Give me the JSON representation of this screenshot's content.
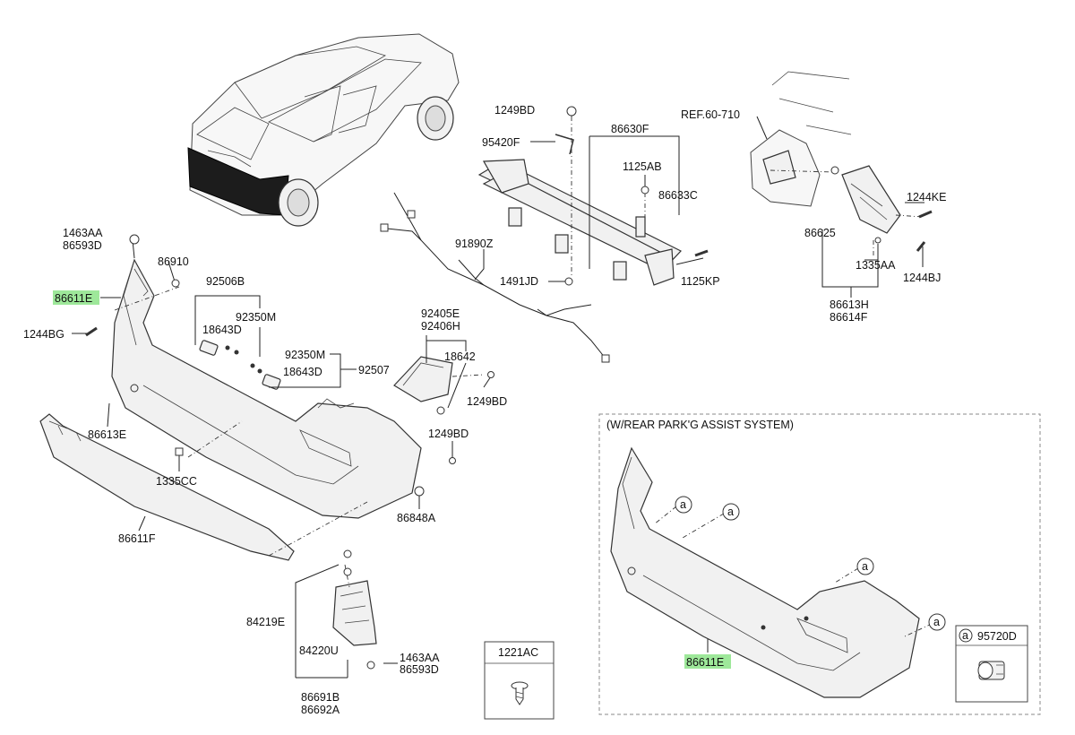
{
  "colors": {
    "highlight": "#9ee89a",
    "line": "#222222",
    "frame": "#888888"
  },
  "labels": {
    "p1463AA_top": "1463AA",
    "p86593D_top": "86593D",
    "p86910": "86910",
    "p86611E_left": "86611E",
    "p1244BG": "1244BG",
    "p92506B": "92506B",
    "p18643D_a": "18643D",
    "p92350M_a": "92350M",
    "p92350M_b": "92350M",
    "p18643D_b": "18643D",
    "p92507": "92507",
    "p1249BD_top": "1249BD",
    "p95420F": "95420F",
    "p86630F": "86630F",
    "p1125AB": "1125AB",
    "p86633C": "86633C",
    "p1491JD": "1491JD",
    "p1125KP": "1125KP",
    "p91890Z": "91890Z",
    "p92405E": "92405E",
    "p92406H": "92406H",
    "p18642": "18642",
    "p1249BD_mid": "1249BD",
    "p1249BD_low": "1249BD",
    "p86613E": "86613E",
    "p1335CC": "1335CC",
    "p86848A": "86848A",
    "p86611F": "86611F",
    "p84219E": "84219E",
    "p84220U": "84220U",
    "p1463AA_bot": "1463AA",
    "p86593D_bot": "86593D",
    "p86691B": "86691B",
    "p86692A": "86692A",
    "ref": "REF.60-710",
    "p1244KE": "1244KE",
    "p86625": "86625",
    "p1335AA": "1335AA",
    "p1244BJ": "1244BJ",
    "p86613H": "86613H",
    "p86614F": "86614F",
    "p1221AC": "1221AC",
    "park_assist_title": "(W/REAR PARK'G ASSIST SYSTEM)",
    "p86611E_right": "86611E",
    "callout_a": "a",
    "p95720D": "95720D"
  }
}
